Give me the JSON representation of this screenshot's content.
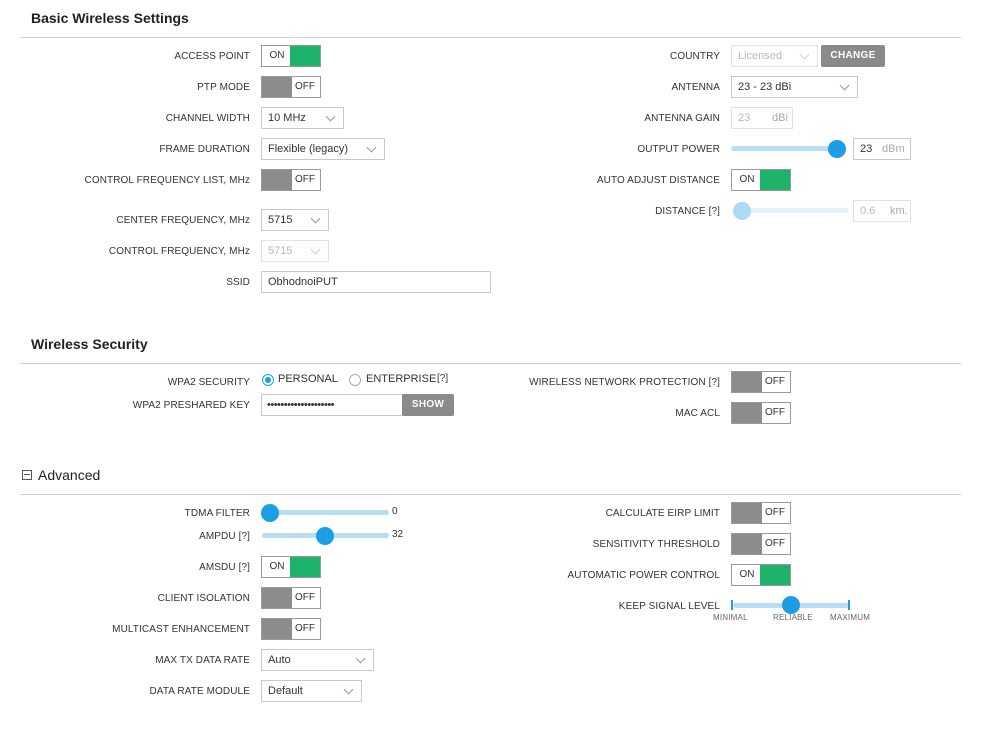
{
  "basic": {
    "title": "Basic Wireless Settings",
    "access_point": {
      "label": "ACCESS POINT",
      "state": "ON"
    },
    "ptp_mode": {
      "label": "PTP MODE",
      "state": "OFF"
    },
    "channel_width": {
      "label": "CHANNEL WIDTH",
      "value": "10 MHz"
    },
    "frame_duration": {
      "label": "FRAME DURATION",
      "value": "Flexible (legacy)"
    },
    "control_freq_list": {
      "label": "CONTROL FREQUENCY LIST, MHz",
      "state": "OFF"
    },
    "center_freq": {
      "label": "CENTER FREQUENCY, MHz",
      "value": "5715"
    },
    "control_freq": {
      "label": "CONTROL FREQUENCY, MHz",
      "value": "5715"
    },
    "ssid": {
      "label": "SSID",
      "value": "ObhodnoiPUT"
    },
    "country": {
      "label": "COUNTRY",
      "value": "Licensed",
      "button": "CHANGE"
    },
    "antenna": {
      "label": "ANTENNA",
      "value": "23 - 23 dBi"
    },
    "antenna_gain": {
      "label": "ANTENNA GAIN",
      "value": "23",
      "unit": "dBi"
    },
    "output_power": {
      "label": "OUTPUT POWER",
      "value": "23",
      "unit": "dBm",
      "level": 0.92
    },
    "auto_adjust_distance": {
      "label": "AUTO ADJUST DISTANCE",
      "state": "ON"
    },
    "distance": {
      "label": "DISTANCE [?]",
      "value": "0.6",
      "unit": "km.",
      "level": 0.0
    }
  },
  "security": {
    "title": "Wireless Security",
    "wpa2": {
      "label": "WPA2 SECURITY",
      "option_personal": "PERSONAL",
      "option_enterprise": "ENTERPRISE",
      "help": "[?]",
      "selected": "PERSONAL"
    },
    "psk": {
      "label": "WPA2 PRESHARED KEY",
      "value": "••••••••••••••••••••",
      "button": "SHOW"
    },
    "wnp": {
      "label": "WIRELESS NETWORK PROTECTION [?]",
      "state": "OFF"
    },
    "mac_acl": {
      "label": "MAC ACL",
      "state": "OFF"
    }
  },
  "advanced": {
    "title": "Advanced",
    "tdma_filter": {
      "label": "TDMA FILTER",
      "value": "0",
      "level": 0.0
    },
    "ampdu": {
      "label": "AMPDU [?]",
      "value": "32",
      "level": 0.5
    },
    "amsdu": {
      "label": "AMSDU [?]",
      "state": "ON"
    },
    "client_isolation": {
      "label": "CLIENT ISOLATION",
      "state": "OFF"
    },
    "multicast": {
      "label": "MULTICAST ENHANCEMENT",
      "state": "OFF"
    },
    "max_tx": {
      "label": "MAX TX DATA RATE",
      "value": "Auto"
    },
    "data_rate_module": {
      "label": "DATA RATE MODULE",
      "value": "Default"
    },
    "eirp": {
      "label": "CALCULATE EIRP LIMIT",
      "state": "OFF"
    },
    "sensitivity": {
      "label": "SENSITIVITY THRESHOLD",
      "state": "OFF"
    },
    "apc": {
      "label": "AUTOMATIC POWER CONTROL",
      "state": "ON"
    },
    "keep_signal": {
      "label": "KEEP SIGNAL LEVEL",
      "scale": [
        "MINIMAL",
        "RELIABLE",
        "MAXIMUM"
      ],
      "level": 0.5
    }
  },
  "colors": {
    "on": "#1eb36a",
    "off": "#8c8c8c",
    "slider": "#1d9ee4",
    "button": "#8a8a8a"
  }
}
